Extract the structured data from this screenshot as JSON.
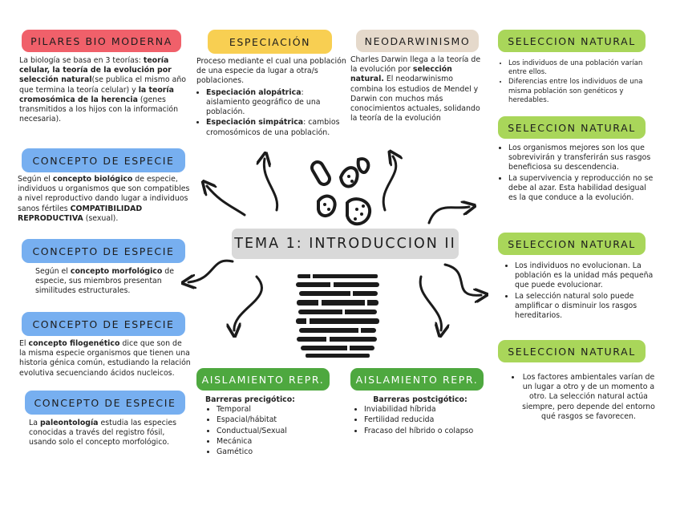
{
  "title": "TEMA 1: INTRODUCCION II",
  "pilares": {
    "label": "PILARES BIO MODERNA",
    "t1": "La biología se basa en 3 teorías: ",
    "b1": "teoría celular, la teoría de la evolución por selección natural",
    "t2": "(se publica el mismo año que termina la teoría celular) y ",
    "b2": "la teoría cromosómica de la herencia",
    "t3": " (genes transmitidos a los hijos con la información necesaria)."
  },
  "especiacion": {
    "label": "ESPECIACIÓN",
    "intro": "Proceso mediante el cual una población de una especie da lugar a otra/s poblaciones.",
    "alo_b": "Especiación alopátrica",
    "alo_t": ": aislamiento geográfico de una población.",
    "sim_b": "Especiación simpátrica",
    "sim_t": ": cambios cromosómicos de una población."
  },
  "neodarwinismo": {
    "label": "NEODARWINISMO",
    "t1": "Charles Darwin llega a la teoría de la evolución por ",
    "b1": "selección natural.",
    "t2": " El neodarwinismo combina los estudios de Mendel y Darwin con muchos más conocimientos actuales, solidando la teoría de la evolución"
  },
  "concepto1": {
    "label": "CONCEPTO DE ESPECIE",
    "t1": "Según el ",
    "b1": "concepto biológico",
    "t2": " de especie, individuos u organismos que son compatibles a nivel reproductivo dando lugar a individuos sanos fértiles ",
    "b2": "COMPATIBILIDAD REPRODUCTIVA",
    "t3": " (sexual)."
  },
  "concepto2": {
    "label": "CONCEPTO DE ESPECIE",
    "t1": "Según el ",
    "b1": "concepto morfológico",
    "t2": " de especie, sus miembros presentan similitudes estructurales."
  },
  "concepto3": {
    "label": "CONCEPTO DE ESPECIE",
    "t1": "El ",
    "b1": "concepto filogenético",
    "t2": " dice que son de la misma especie organismos que tienen una historia génica común, estudiando la relación evolutiva secuenciando ácidos nucleicos."
  },
  "concepto4": {
    "label": "CONCEPTO DE ESPECIE",
    "t1": "La ",
    "b1": "paleontología",
    "t2": " estudia las especies conocidas a través del registro fósil, usando solo el concepto morfológico."
  },
  "seleccion1": {
    "label": "SELECCION NATURAL",
    "items": [
      "Los individuos de una población varían entre ellos.",
      "Diferencias entre los individuos de una misma población son genéticos y heredables."
    ]
  },
  "seleccion2": {
    "label": "SELECCION NATURAL",
    "items": [
      "Los organismos mejores son los que sobrevivirán y transferirán sus rasgos beneficiosa su descendencia.",
      "La supervivencia y reproducción no se debe al azar. Esta habilidad desigual es la que conduce a la evolución."
    ]
  },
  "seleccion3": {
    "label": "SELECCION NATURAL",
    "items": [
      "Los individuos no evolucionan. La población es la unidad más pequeña que puede evolucionar.",
      "La selección natural solo puede amplificar o disminuir los rasgos hereditarios."
    ]
  },
  "seleccion4": {
    "label": "SELECCION NATURAL",
    "items": [
      "Los factores ambientales varían de un lugar a otro y de un momento a otro. La selección natural actúa siempre, pero depende del entorno qué rasgos se favorecen."
    ]
  },
  "aislamiento1": {
    "label": "AISLAMIENTO REPR.",
    "heading": "Barreras precigótico:",
    "items": [
      "Temporal",
      "Espacial/hábitat",
      "Conductual/Sexual",
      "Mecánica",
      "Gamético"
    ]
  },
  "aislamiento2": {
    "label": "AISLAMIENTO REPR.",
    "heading": "Barreras postcigótico:",
    "items": [
      "Inviabilidad híbrida",
      "Fertilidad reducida",
      "Fracaso del híbrido o colapso"
    ]
  },
  "colors": {
    "red": "#f0606a",
    "yellow": "#f8cf52",
    "beige": "#e5d9cb",
    "lightgreen": "#a9d65a",
    "blue": "#77aff0",
    "darkgreen": "#4ea83f",
    "grey": "#d9d9d9"
  },
  "icons": [
    "bacteria-icon",
    "animal-silhouettes-icon",
    "curved-arrow-icon"
  ]
}
